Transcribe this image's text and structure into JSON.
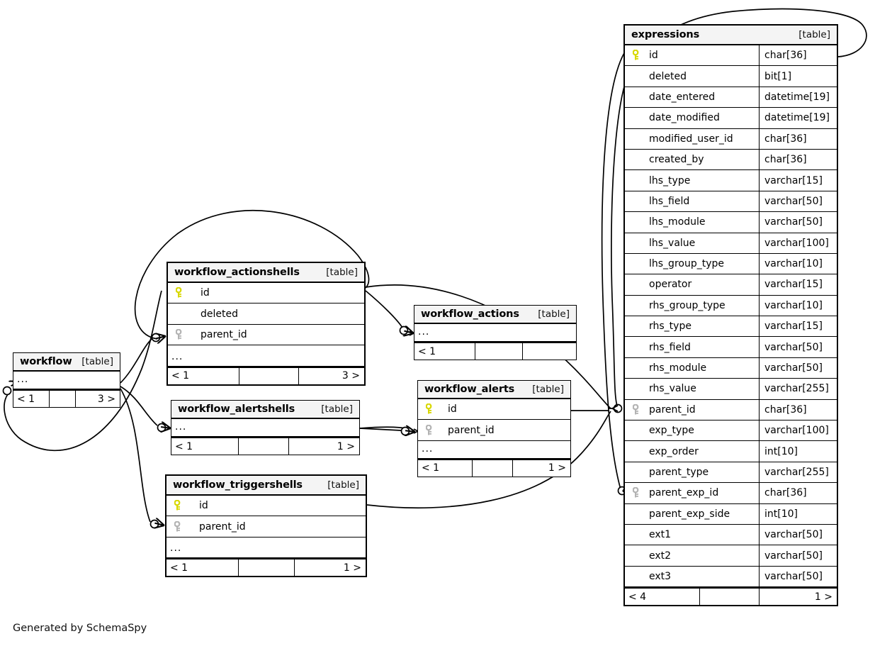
{
  "diagram": {
    "credit": "Generated by SchemaSpy",
    "table_tag": "[table]",
    "ellipsis": "...",
    "colors": {
      "primary_key": "#e8e800",
      "foreign_key": "#b0b0b0",
      "header_bg": "#f4f4f4",
      "border": "#000000",
      "background": "#ffffff"
    }
  },
  "tables": [
    {
      "id": "expressions",
      "name": "expressions",
      "tag": "[table]",
      "columns": [
        {
          "name": "id",
          "type": "char[36]",
          "key": "primary"
        },
        {
          "name": "deleted",
          "type": "bit[1]",
          "key": "none"
        },
        {
          "name": "date_entered",
          "type": "datetime[19]",
          "key": "none"
        },
        {
          "name": "date_modified",
          "type": "datetime[19]",
          "key": "none"
        },
        {
          "name": "modified_user_id",
          "type": "char[36]",
          "key": "none"
        },
        {
          "name": "created_by",
          "type": "char[36]",
          "key": "none"
        },
        {
          "name": "lhs_type",
          "type": "varchar[15]",
          "key": "none"
        },
        {
          "name": "lhs_field",
          "type": "varchar[50]",
          "key": "none"
        },
        {
          "name": "lhs_module",
          "type": "varchar[50]",
          "key": "none"
        },
        {
          "name": "lhs_value",
          "type": "varchar[100]",
          "key": "none"
        },
        {
          "name": "lhs_group_type",
          "type": "varchar[10]",
          "key": "none"
        },
        {
          "name": "operator",
          "type": "varchar[15]",
          "key": "none"
        },
        {
          "name": "rhs_group_type",
          "type": "varchar[10]",
          "key": "none"
        },
        {
          "name": "rhs_type",
          "type": "varchar[15]",
          "key": "none"
        },
        {
          "name": "rhs_field",
          "type": "varchar[50]",
          "key": "none"
        },
        {
          "name": "rhs_module",
          "type": "varchar[50]",
          "key": "none"
        },
        {
          "name": "rhs_value",
          "type": "varchar[255]",
          "key": "none"
        },
        {
          "name": "parent_id",
          "type": "char[36]",
          "key": "foreign"
        },
        {
          "name": "exp_type",
          "type": "varchar[100]",
          "key": "none"
        },
        {
          "name": "exp_order",
          "type": "int[10]",
          "key": "none"
        },
        {
          "name": "parent_type",
          "type": "varchar[255]",
          "key": "none"
        },
        {
          "name": "parent_exp_id",
          "type": "char[36]",
          "key": "foreign"
        },
        {
          "name": "parent_exp_side",
          "type": "int[10]",
          "key": "none"
        },
        {
          "name": "ext1",
          "type": "varchar[50]",
          "key": "none"
        },
        {
          "name": "ext2",
          "type": "varchar[50]",
          "key": "none"
        },
        {
          "name": "ext3",
          "type": "varchar[50]",
          "key": "none"
        }
      ],
      "has_ellipsis_row": false,
      "footer": {
        "left": "< 4",
        "middle": "",
        "right": "1 >"
      }
    },
    {
      "id": "workflow_actionshells",
      "name": "workflow_actionshells",
      "tag": "[table]",
      "columns": [
        {
          "name": "id",
          "type": "",
          "key": "primary"
        },
        {
          "name": "deleted",
          "type": "",
          "key": "none"
        },
        {
          "name": "parent_id",
          "type": "",
          "key": "foreign"
        }
      ],
      "has_ellipsis_row": true,
      "footer": {
        "left": "< 1",
        "middle": "",
        "right": "3 >"
      }
    },
    {
      "id": "workflow",
      "name": "workflow",
      "tag": "[table]",
      "columns": [],
      "has_ellipsis_row": true,
      "footer": {
        "left": "< 1",
        "middle": "",
        "right": "3 >"
      }
    },
    {
      "id": "workflow_actions",
      "name": "workflow_actions",
      "tag": "[table]",
      "columns": [],
      "has_ellipsis_row": true,
      "footer": {
        "left": "< 1",
        "middle": "",
        "right": ""
      }
    },
    {
      "id": "workflow_alertshells",
      "name": "workflow_alertshells",
      "tag": "[table]",
      "columns": [],
      "has_ellipsis_row": true,
      "footer": {
        "left": "< 1",
        "middle": "",
        "right": "1 >"
      }
    },
    {
      "id": "workflow_alerts",
      "name": "workflow_alerts",
      "tag": "[table]",
      "columns": [
        {
          "name": "id",
          "type": "",
          "key": "primary"
        },
        {
          "name": "parent_id",
          "type": "",
          "key": "foreign"
        }
      ],
      "has_ellipsis_row": true,
      "footer": {
        "left": "< 1",
        "middle": "",
        "right": "1 >"
      }
    },
    {
      "id": "workflow_triggershells",
      "name": "workflow_triggershells",
      "tag": "[table]",
      "columns": [
        {
          "name": "id",
          "type": "",
          "key": "primary"
        },
        {
          "name": "parent_id",
          "type": "",
          "key": "foreign"
        }
      ],
      "has_ellipsis_row": true,
      "footer": {
        "left": "< 1",
        "middle": "",
        "right": "1 >"
      }
    }
  ]
}
